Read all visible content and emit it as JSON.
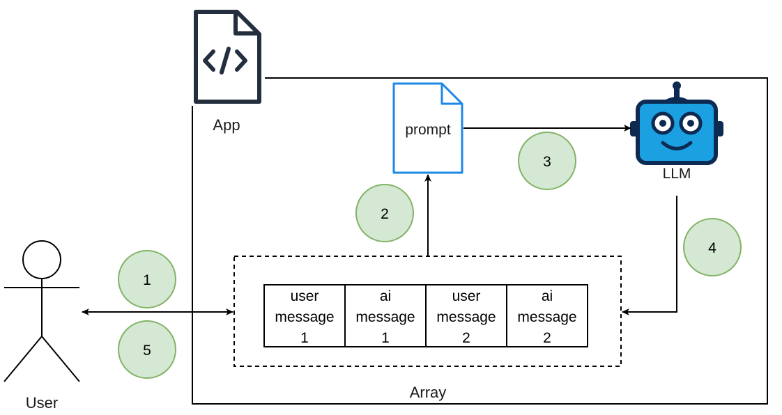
{
  "labels": {
    "app": "App",
    "prompt": "prompt",
    "llm": "LLM",
    "user": "User",
    "array": "Array"
  },
  "steps": [
    "1",
    "2",
    "3",
    "4",
    "5"
  ],
  "array_cells": [
    [
      "user",
      "message",
      "1"
    ],
    [
      "ai",
      "message",
      "1"
    ],
    [
      "user",
      "message",
      "2"
    ],
    [
      "ai",
      "message",
      "2"
    ]
  ],
  "colors": {
    "app_icon": "#232f3e",
    "prompt_border": "#1e88e5",
    "robot_outline": "#0d2b52",
    "robot_face": "#1ba1e2",
    "step_fill": "#d5e8d4",
    "step_stroke": "#82b366",
    "line": "#000000"
  },
  "icons": {
    "app": "code-file-icon",
    "prompt": "document-icon",
    "llm": "robot-icon",
    "user": "stick-figure-icon"
  }
}
